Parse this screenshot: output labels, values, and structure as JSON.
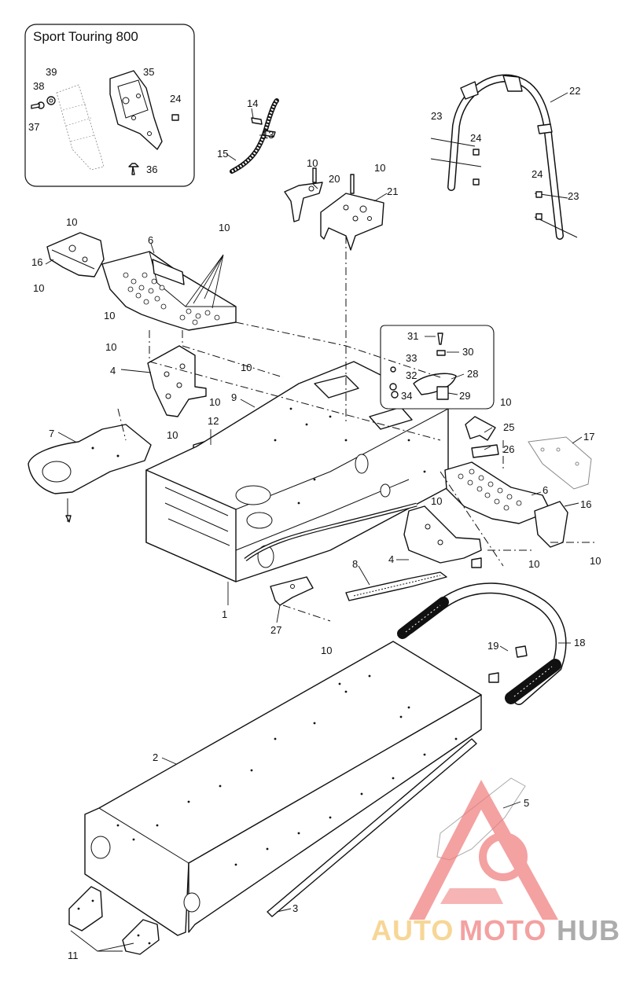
{
  "inset": {
    "title": "Sport Touring 800"
  },
  "callouts": [
    {
      "id": "c1",
      "text": "1"
    },
    {
      "id": "c2",
      "text": "2"
    },
    {
      "id": "c3",
      "text": "3"
    },
    {
      "id": "c4a",
      "text": "4"
    },
    {
      "id": "c4b",
      "text": "4"
    },
    {
      "id": "c5",
      "text": "5"
    },
    {
      "id": "c6a",
      "text": "6"
    },
    {
      "id": "c6b",
      "text": "6"
    },
    {
      "id": "c7",
      "text": "7"
    },
    {
      "id": "c8",
      "text": "8"
    },
    {
      "id": "c9",
      "text": "9"
    },
    {
      "id": "c10a",
      "text": "10"
    },
    {
      "id": "c10b",
      "text": "10"
    },
    {
      "id": "c10c",
      "text": "10"
    },
    {
      "id": "c10d",
      "text": "10"
    },
    {
      "id": "c10e",
      "text": "10"
    },
    {
      "id": "c10f",
      "text": "10"
    },
    {
      "id": "c10g",
      "text": "10"
    },
    {
      "id": "c10h",
      "text": "10"
    },
    {
      "id": "c10i",
      "text": "10"
    },
    {
      "id": "c10j",
      "text": "10"
    },
    {
      "id": "c10k",
      "text": "10"
    },
    {
      "id": "c10l",
      "text": "10"
    },
    {
      "id": "c10m",
      "text": "10"
    },
    {
      "id": "c10n",
      "text": "10"
    },
    {
      "id": "c10o",
      "text": "10"
    },
    {
      "id": "c10p",
      "text": "10"
    },
    {
      "id": "c11",
      "text": "11"
    },
    {
      "id": "c12",
      "text": "12"
    },
    {
      "id": "c13",
      "text": "13"
    },
    {
      "id": "c14",
      "text": "14"
    },
    {
      "id": "c15",
      "text": "15"
    },
    {
      "id": "c16a",
      "text": "16"
    },
    {
      "id": "c16b",
      "text": "16"
    },
    {
      "id": "c17",
      "text": "17"
    },
    {
      "id": "c18",
      "text": "18"
    },
    {
      "id": "c19",
      "text": "19"
    },
    {
      "id": "c20",
      "text": "20"
    },
    {
      "id": "c21",
      "text": "21"
    },
    {
      "id": "c22",
      "text": "22"
    },
    {
      "id": "c23a",
      "text": "23"
    },
    {
      "id": "c23b",
      "text": "23"
    },
    {
      "id": "c24a",
      "text": "24"
    },
    {
      "id": "c24b",
      "text": "24"
    },
    {
      "id": "c24c",
      "text": "24"
    },
    {
      "id": "c25",
      "text": "25"
    },
    {
      "id": "c26",
      "text": "26"
    },
    {
      "id": "c27",
      "text": "27"
    },
    {
      "id": "c28",
      "text": "28"
    },
    {
      "id": "c29",
      "text": "29"
    },
    {
      "id": "c30",
      "text": "30"
    },
    {
      "id": "c31",
      "text": "31"
    },
    {
      "id": "c32",
      "text": "32"
    },
    {
      "id": "c33",
      "text": "33"
    },
    {
      "id": "c34",
      "text": "34"
    },
    {
      "id": "c35",
      "text": "35"
    },
    {
      "id": "c36",
      "text": "36"
    },
    {
      "id": "c37",
      "text": "37"
    },
    {
      "id": "c38",
      "text": "38"
    },
    {
      "id": "c39",
      "text": "39"
    }
  ],
  "watermark": {
    "part1": "AUTO",
    "part2": "MOTO",
    "part3": "HUB",
    "colors": {
      "auto": "#f4c56a",
      "moto": "#f07a7a",
      "hub": "#8a8a8a",
      "triangle": "#f07a7a"
    }
  }
}
